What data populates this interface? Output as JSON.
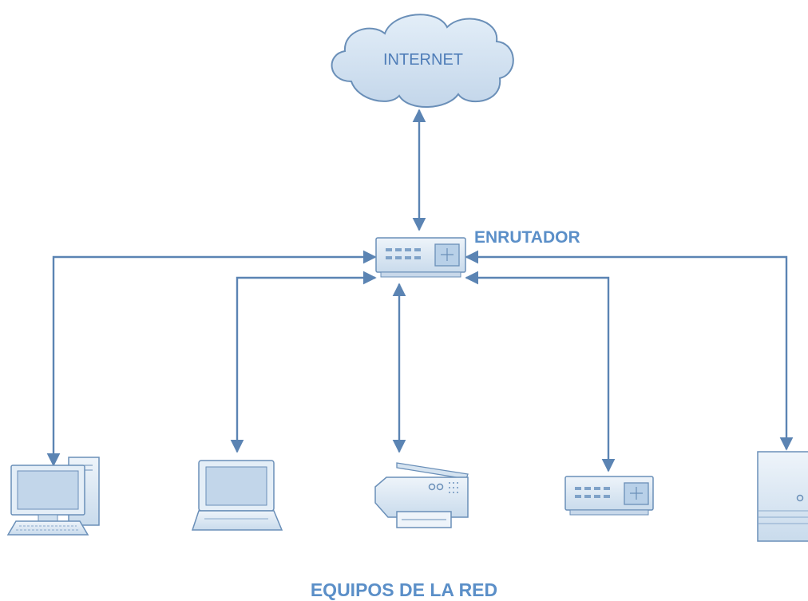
{
  "cloud_label": "INTERNET",
  "router_label": "ENRUTADOR",
  "footer_label": "EQUIPOS DE LA RED",
  "colors": {
    "line": "#5b84b3",
    "device_fill": "#d8e6f2",
    "device_stroke": "#6a8fb8",
    "label": "#5b8fc8"
  },
  "devices": [
    {
      "id": "desktop",
      "icon": "desktop-computer-icon"
    },
    {
      "id": "laptop",
      "icon": "laptop-icon"
    },
    {
      "id": "printer",
      "icon": "printer-scanner-icon"
    },
    {
      "id": "switch",
      "icon": "network-switch-icon"
    },
    {
      "id": "server",
      "icon": "server-tower-icon"
    }
  ]
}
